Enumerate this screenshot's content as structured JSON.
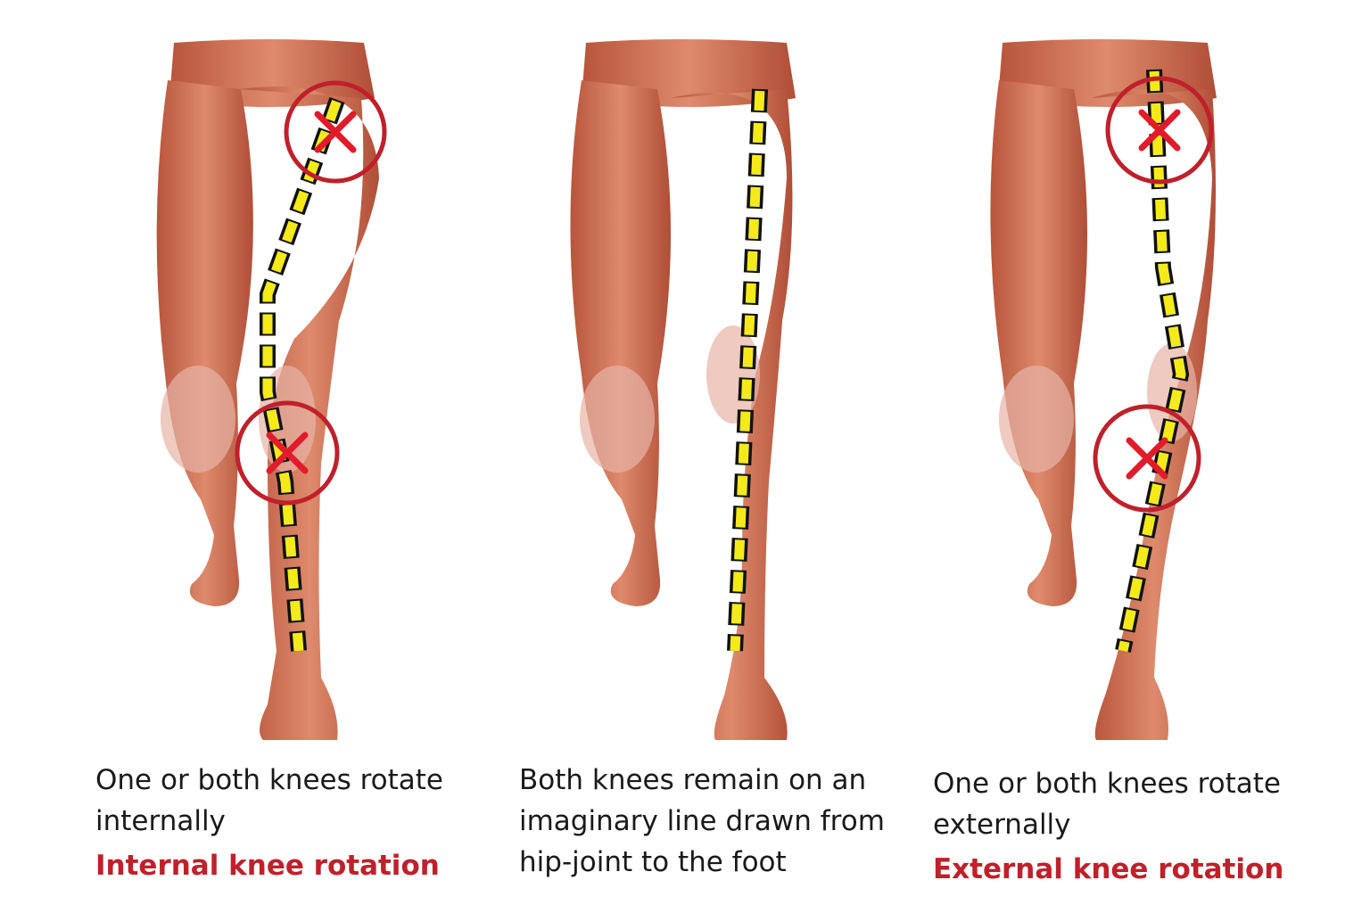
{
  "colors": {
    "muscle": "#c9654a",
    "muscle_dark": "#a94a35",
    "tendon": "#efcfc0",
    "line_fill": "#f4ea1a",
    "line_stroke": "#111111",
    "warning": "#c0202a"
  },
  "panels": [
    {
      "description": "One or both knees rotate internally",
      "label": "Internal knee rotation",
      "state": "incorrect",
      "markers": [
        "hip-x-marker",
        "knee-x-marker"
      ]
    },
    {
      "description": "Both knees remain on an imaginary line drawn from hip-joint to the foot",
      "label": "",
      "state": "correct",
      "markers": []
    },
    {
      "description": "One or both knees rotate externally",
      "label": "External knee rotation",
      "state": "incorrect",
      "markers": [
        "hip-x-marker",
        "knee-x-marker"
      ]
    }
  ]
}
